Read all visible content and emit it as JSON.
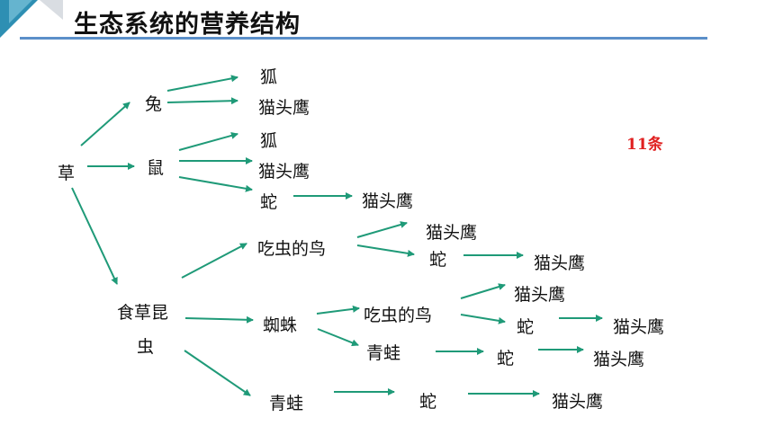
{
  "title": "生态系统的营养结构",
  "count_label": "11条",
  "colors": {
    "arrow": "#1f9a78",
    "accent": "#5b8fc9",
    "count": "#e02020"
  },
  "nodes": {
    "cao": "草",
    "tu": "兔",
    "shu": "鼠",
    "kunchong1": "食草昆",
    "kunchong2": "虫",
    "hu1": "狐",
    "mty1": "猫头鹰",
    "hu2": "狐",
    "mty2": "猫头鹰",
    "she1": "蛇",
    "mty3": "猫头鹰",
    "niao1": "吃虫的鸟",
    "mty4": "猫头鹰",
    "she2": "蛇",
    "mty5": "猫头鹰",
    "zhizhu": "蜘蛛",
    "niao2": "吃虫的鸟",
    "mty6": "猫头鹰",
    "she3": "蛇",
    "mty7": "猫头鹰",
    "wa1": "青蛙",
    "she4": "蛇",
    "mty8": "猫头鹰",
    "wa2": "青蛙",
    "she5": "蛇",
    "mty9": "猫头鹰"
  }
}
